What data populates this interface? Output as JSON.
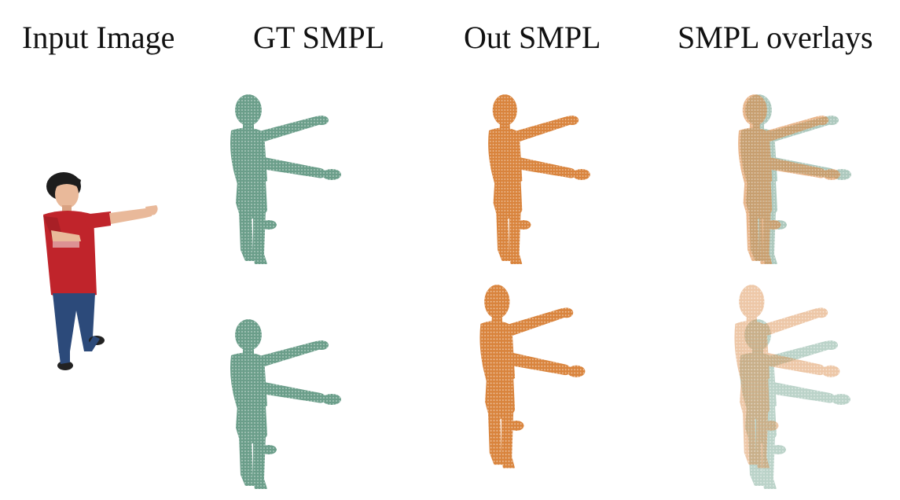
{
  "headers": {
    "input_image": "Input Image",
    "gt_smpl": "GT SMPL",
    "out_smpl": "Out SMPL",
    "smpl_overlays": "SMPL overlays"
  },
  "colors": {
    "gt": "#6b9e8a",
    "out": "#d9843d",
    "shirt": "#c0242b",
    "jeans": "#2c4a7a",
    "skin": "#e9b99a",
    "hair": "#1d1d1d"
  }
}
